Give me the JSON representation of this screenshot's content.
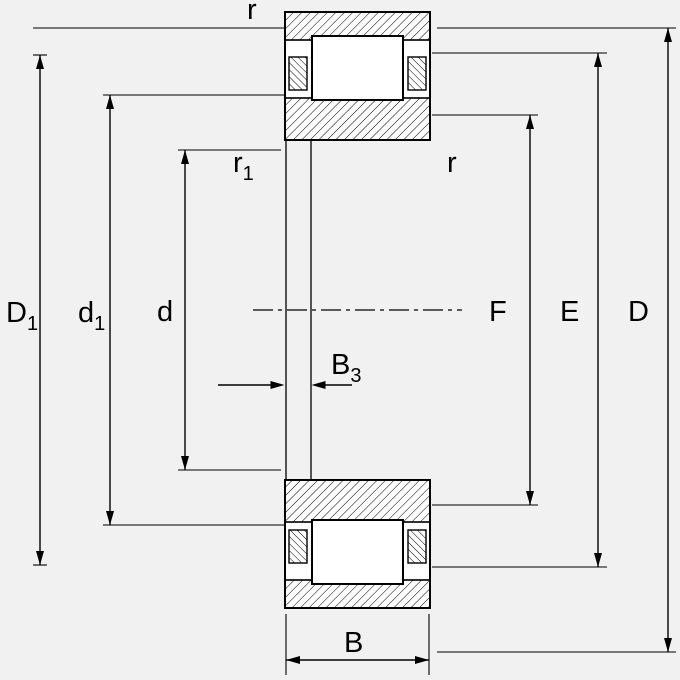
{
  "colors": {
    "background": "#f1f1f1",
    "line": "#000000",
    "fill_white": "#ffffff"
  },
  "labels": {
    "r_top": "r",
    "r1": {
      "base": "r",
      "sub": "1"
    },
    "r_right": "r",
    "D1": {
      "base": "D",
      "sub": "1"
    },
    "d1": {
      "base": "d",
      "sub": "1"
    },
    "d": "d",
    "B3": {
      "base": "B",
      "sub": "3"
    },
    "F": "F",
    "E": "E",
    "D": "D",
    "B": "B"
  }
}
